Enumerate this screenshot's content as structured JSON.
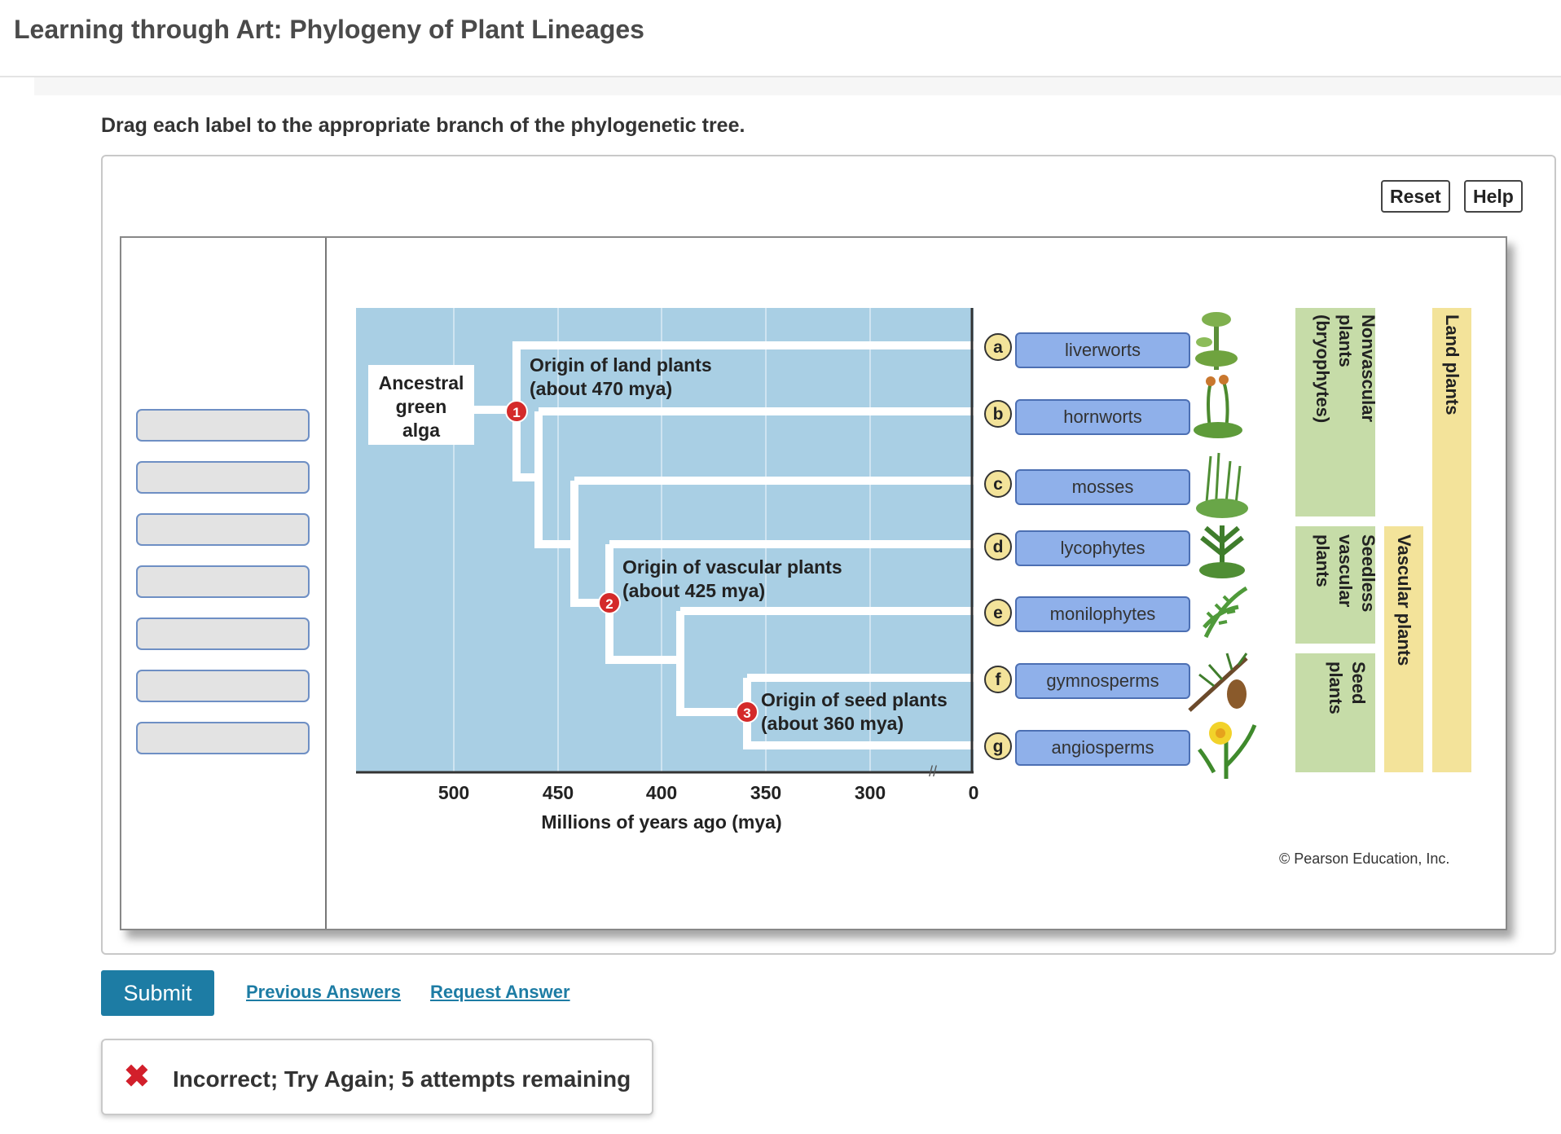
{
  "header": {
    "title": "Learning through Art: Phylogeny of Plant Lineages"
  },
  "instruction": "Drag each label to the appropriate branch of the phylogenetic tree.",
  "toolbar": {
    "reset_label": "Reset",
    "help_label": "Help"
  },
  "label_bank": {
    "slots": [
      "",
      "",
      "",
      "",
      "",
      "",
      ""
    ]
  },
  "tree": {
    "ancestor": [
      "Ancestral",
      "green",
      "alga"
    ],
    "events": [
      {
        "number": "1",
        "lines": [
          "Origin of land plants",
          "(about 470 mya)"
        ]
      },
      {
        "number": "2",
        "lines": [
          "Origin of vascular plants",
          "(about 425 mya)"
        ]
      },
      {
        "number": "3",
        "lines": [
          "Origin of seed plants",
          "(about 360 mya)"
        ]
      }
    ],
    "axis": {
      "ticks": [
        "500",
        "450",
        "400",
        "350",
        "300",
        "0"
      ],
      "label": "Millions of years ago (mya)",
      "break": "//"
    },
    "taxa": [
      {
        "letter": "a",
        "name": "liverworts"
      },
      {
        "letter": "b",
        "name": "hornworts"
      },
      {
        "letter": "c",
        "name": "mosses"
      },
      {
        "letter": "d",
        "name": "lycophytes"
      },
      {
        "letter": "e",
        "name": "monilophytes"
      },
      {
        "letter": "f",
        "name": "gymnosperms"
      },
      {
        "letter": "g",
        "name": "angiosperms"
      }
    ],
    "groups": {
      "nonvascular": [
        "Nonvascular",
        "plants",
        "(bryophytes)"
      ],
      "seedless": [
        "Seedless",
        "vascular",
        "plants"
      ],
      "seed": [
        "Seed",
        "plants"
      ],
      "vascular": "Vascular plants",
      "land": "Land plants"
    },
    "copyright": "© Pearson Education, Inc.",
    "colors": {
      "background": "#a9cfe4",
      "branch": "#ffffff",
      "marker": "#d42a2a",
      "nonvascular": "#c6dca8",
      "seed_group": "#f3e39a",
      "target": "#8fb0ea"
    }
  },
  "actions": {
    "submit_label": "Submit",
    "previous_answers_label": "Previous Answers",
    "request_answer_label": "Request Answer"
  },
  "feedback": {
    "icon": "close-icon",
    "message": "Incorrect; Try Again; 5 attempts remaining"
  }
}
